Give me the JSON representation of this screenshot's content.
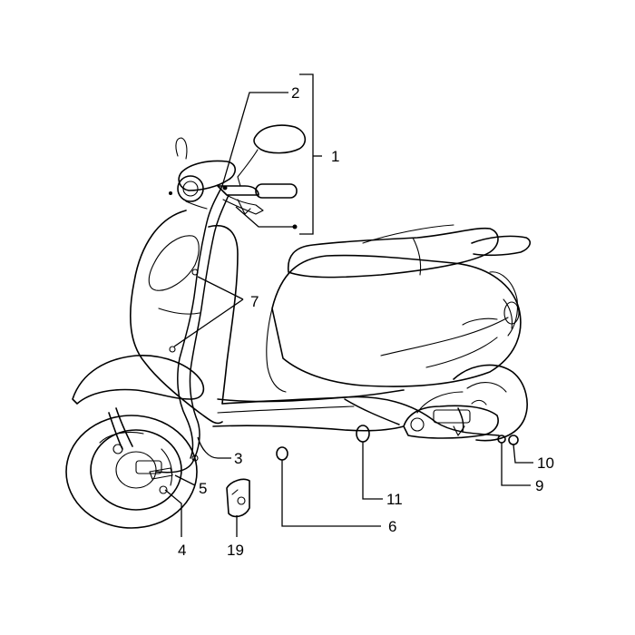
{
  "callouts": {
    "c1": "1",
    "c2": "2",
    "c3": "3",
    "c4": "4",
    "c5": "5",
    "c6": "6",
    "c7": "7",
    "c9": "9",
    "c10": "10",
    "c11": "11",
    "c19": "19"
  }
}
